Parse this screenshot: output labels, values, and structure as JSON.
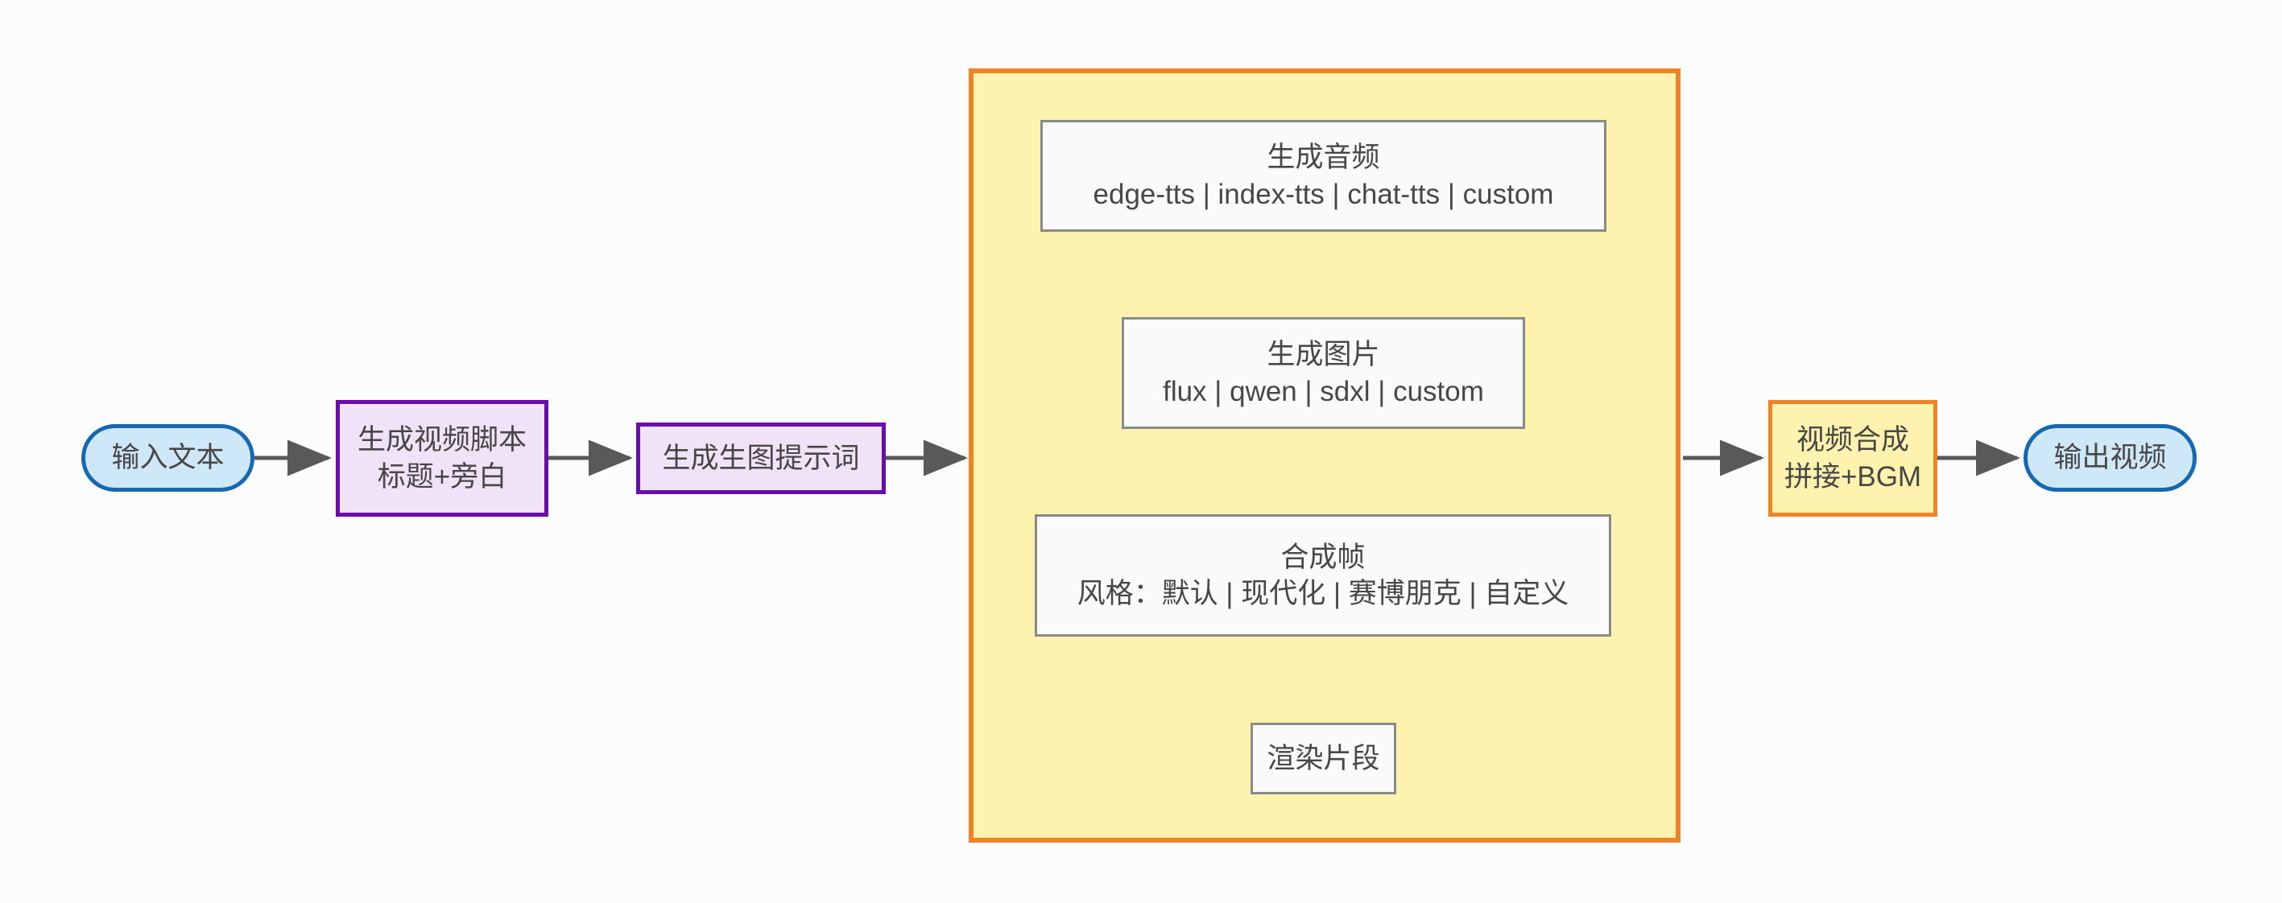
{
  "diagram": {
    "type": "flowchart",
    "direction": "left-to-right",
    "title": "",
    "background_color": "#fcfcfc",
    "palette": {
      "terminal_border": "#1668b3",
      "terminal_fill": "#cfe8f7",
      "process_border": "#6a0dad",
      "process_fill": "#f0e2f7",
      "accent_border": "#ef8326",
      "accent_fill": "#fdf2ae",
      "plain_border": "#8a8a8a",
      "plain_fill": "#fafafa",
      "edge_color": "#595959",
      "text_color": "#474747"
    }
  },
  "nodes": {
    "input_text": {
      "label": "输入文本",
      "shape": "stadium"
    },
    "gen_script": {
      "line1": "生成视频脚本",
      "line2": "标题+旁白",
      "shape": "rect"
    },
    "gen_prompt": {
      "label": "生成生图提示词",
      "shape": "rect"
    },
    "gen_audio": {
      "line1": "生成音频",
      "line2": "edge-tts | index-tts | chat-tts | custom",
      "shape": "rect"
    },
    "gen_image": {
      "line1": "生成图片",
      "line2": "flux | qwen | sdxl | custom",
      "shape": "rect"
    },
    "compose_frame": {
      "line1": "合成帧",
      "line2": "风格：默认 | 现代化 | 赛博朋克 | 自定义",
      "shape": "rect"
    },
    "render_clip": {
      "label": "渲染片段",
      "shape": "rect"
    },
    "video_merge": {
      "line1": "视频合成",
      "line2": "拼接+BGM",
      "shape": "rect"
    },
    "output_video": {
      "label": "输出视频",
      "shape": "stadium"
    }
  },
  "subgraph": {
    "label": "",
    "contains": [
      "gen_audio",
      "gen_image",
      "compose_frame",
      "render_clip"
    ]
  },
  "edges": [
    {
      "from": "input_text",
      "to": "gen_script",
      "label": ""
    },
    {
      "from": "gen_script",
      "to": "gen_prompt",
      "label": ""
    },
    {
      "from": "gen_prompt",
      "to": "subgraph",
      "label": ""
    },
    {
      "from": "gen_audio",
      "to": "gen_image",
      "label": ""
    },
    {
      "from": "gen_image",
      "to": "compose_frame",
      "label": ""
    },
    {
      "from": "compose_frame",
      "to": "render_clip",
      "label": ""
    },
    {
      "from": "subgraph",
      "to": "video_merge",
      "label": ""
    },
    {
      "from": "video_merge",
      "to": "output_video",
      "label": ""
    }
  ]
}
